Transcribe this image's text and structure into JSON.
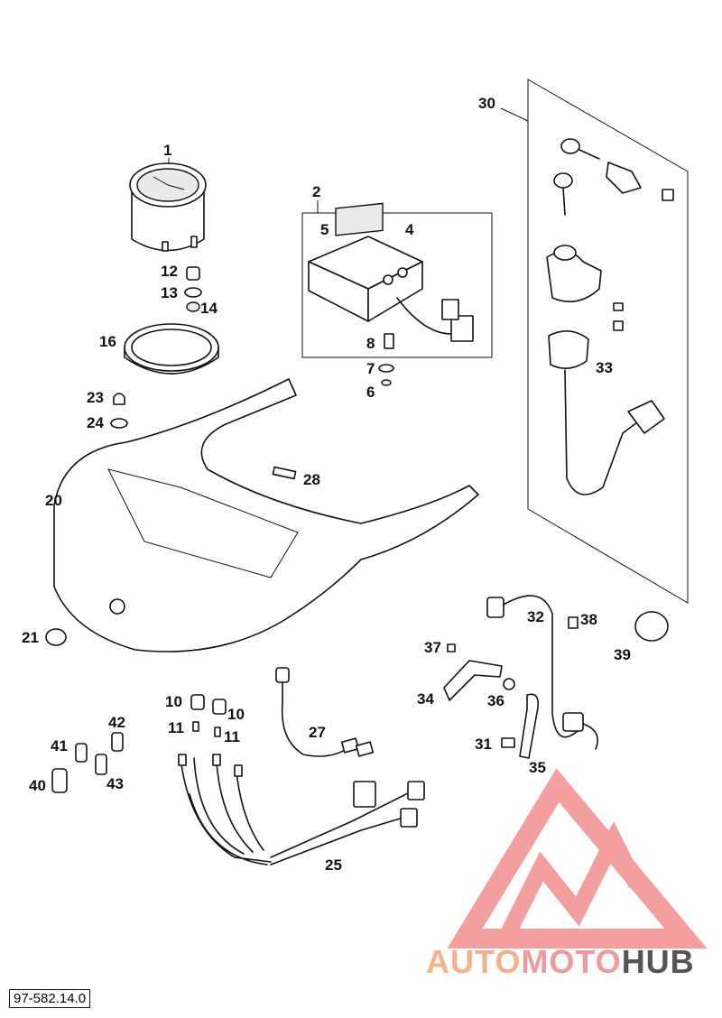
{
  "drawing_code": "97-582.14.0",
  "watermark": {
    "part1": "AUTO",
    "part2": "MOTO",
    "part3": "HUB",
    "colors": {
      "part1": "#f2b38a",
      "part2": "#ee9b9b",
      "part3": "#555555",
      "logo": "#f08080"
    }
  },
  "callouts": {
    "c1": "1",
    "c2": "2",
    "c4": "4",
    "c5": "5",
    "c6": "6",
    "c7": "7",
    "c8": "8",
    "c10a": "10",
    "c10b": "10",
    "c11a": "11",
    "c11b": "11",
    "c12": "12",
    "c13": "13",
    "c14": "14",
    "c16": "16",
    "c20": "20",
    "c21": "21",
    "c23": "23",
    "c24": "24",
    "c25": "25",
    "c27": "27",
    "c28": "28",
    "c30": "30",
    "c31": "31",
    "c32": "32",
    "c33": "33",
    "c34": "34",
    "c35": "35",
    "c36": "36",
    "c37": "37",
    "c38": "38",
    "c39": "39",
    "c40": "40",
    "c41": "41",
    "c42": "42",
    "c43": "43"
  }
}
